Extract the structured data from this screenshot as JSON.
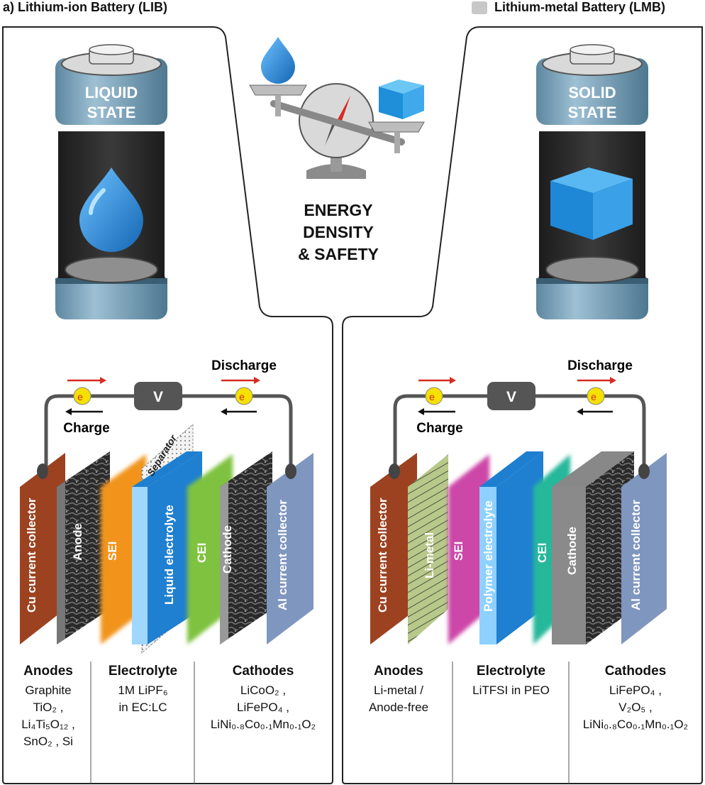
{
  "headers": {
    "left": "a) Lithium-ion Battery (LIB)",
    "right": "Lithium-metal Battery (LMB)"
  },
  "center": {
    "title_line1": "ENERGY",
    "title_line2": "DENSITY",
    "title_line3": "& SAFETY"
  },
  "lib": {
    "battery_label_line1": "LIQUID",
    "battery_label_line2": "STATE",
    "discharge": "Discharge",
    "charge": "Charge",
    "voltmeter": "V",
    "electron": "e",
    "separator": "Separator",
    "layers": [
      "Cu current collector",
      "Anode",
      "SEI",
      "Liquid electrolyte",
      "CEI",
      "Cathode",
      "Al current collector"
    ],
    "table": {
      "anodes_title": "Anodes",
      "anodes": [
        "Graphite",
        "TiO₂ ,",
        "Li₄Ti₅O₁₂ ,",
        "SnO₂ , Si"
      ],
      "electrolyte_title": "Electrolyte",
      "electrolyte": [
        "1M LiPF₆",
        "in EC:LC"
      ],
      "cathodes_title": "Cathodes",
      "cathodes": [
        "LiCoO₂ ,",
        "LiFePO₄ ,",
        "LiNi₀.₈Co₀.₁Mn₀.₁O₂"
      ]
    }
  },
  "lmb": {
    "battery_label_line1": "SOLID",
    "battery_label_line2": "STATE",
    "discharge": "Discharge",
    "charge": "Charge",
    "voltmeter": "V",
    "electron": "e",
    "layers": [
      "Cu current collector",
      "Li-metal",
      "SEI",
      "Polymer electrolyte",
      "CEI",
      "Cathode",
      "Al current collector"
    ],
    "table": {
      "anodes_title": "Anodes",
      "anodes": [
        "Li-metal /",
        "Anode-free"
      ],
      "electrolyte_title": "Electrolyte",
      "electrolyte": [
        "LiTFSI in PEO"
      ],
      "cathodes_title": "Cathodes",
      "cathodes": [
        "LiFePO₄ ,",
        "V₂O₅ ,",
        "LiNi₀.₈Co₀.₁Mn₀.₁O₂"
      ]
    }
  },
  "colors": {
    "copper": "#9c4220",
    "orange_sei": "#f2941b",
    "blue_electrolyte": "#1f7fd0",
    "green_cei": "#7fc23f",
    "al_collector": "#7f96bf",
    "pink_sei": "#cc47a8",
    "teal_cei": "#27b89a",
    "li_metal": "#b7c98a",
    "battery_body": "#2f2f2f",
    "battery_cap": "#7aa1b8",
    "electron_yellow": "#f5e000",
    "arrow_red": "#d72b22"
  }
}
